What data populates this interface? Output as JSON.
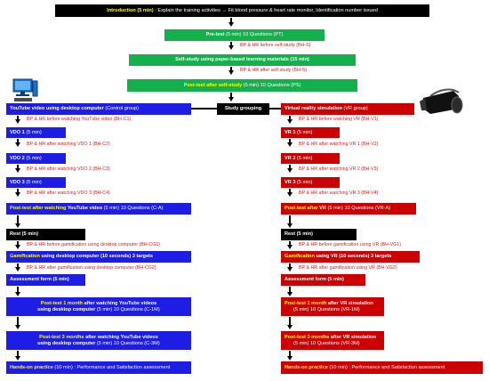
{
  "intro": {
    "bold": "Introduction (5 min)",
    "rest": " : Explain the training activities → Fit blood pressure & heart rate monitor, Identification number issued"
  },
  "pretest": {
    "bold": "Pre-test",
    "rest": " (5 min) 10 Questions (PT)"
  },
  "note_bhs1": "BP & HR before self-study (BH-S)",
  "selfstudy": {
    "bold": "Self-study",
    "rest": " using paper-based learning materials (15 min)"
  },
  "note_bhs2": "BP & HR after self-study (BH-S)",
  "posttest_self": {
    "bold": "Post-test after self-study",
    "rest": " (5 min) 10 Questions (PS)"
  },
  "grouping": "Study grouping",
  "control": {
    "header_bold": "YouTube video using desktop computer",
    "header_rest": " (Control group)",
    "note_bc1": "BP & HR before watching YouTube video (BH-C1)",
    "vdo1": {
      "bold": "VDO 1",
      "rest": " (5 min)"
    },
    "note_bc2": "BP & HR after watching VDO 1 (BH-C2)",
    "vdo2": {
      "bold": "VDO 2",
      "rest": " (5 min)"
    },
    "note_bc3": "BP & HR after watching VDO 2 (BH-C3)",
    "vdo3": {
      "bold": "VDO 3",
      "rest": " (5 min)"
    },
    "note_bc4": "BP & HR after watching VDO 3 (BH-C4)",
    "posttest_a": {
      "hl": "Post-test after watching",
      "bold": " YouTube video",
      "rest": " (5 min) 10 Questions (C-A)"
    },
    "rest": "Rest (5 min)",
    "note_bcg1": "BP & HR before gamification using desktop computer (BH-CG1)",
    "gamification": {
      "hl": "Gamification",
      "bold": " using desktop computer (10 seconds) 3 targets"
    },
    "note_bcg2": "BP & HR after gamification using desktop computer (BH-CG2)",
    "assessment": "Assessment form (5 min)",
    "post1m": {
      "hl": "Post-test 1 month",
      "bold": " after watching YouTube videos",
      "line2_bold": "using desktop computer",
      "line2_rest": " (5 min) 10 Questions (C-1M)"
    },
    "post3m": {
      "hl": "Post-test 3 months",
      "bold": " after watching YouTube videos",
      "line2_bold": "using desktop computer",
      "line2_rest": " (5 min) 10 Questions (C-3M)"
    },
    "handson": {
      "hl": "Hands-on practice",
      "rest": " (10 min) : Performance and Satisfaction assessment"
    }
  },
  "vr": {
    "header_bold": "Virtual reality simulation",
    "header_rest": " (VR group)",
    "note_bv1": "BP & HR before watching VR (BH-V1)",
    "vr1": {
      "bold": "VR 1",
      "rest": " (5 min)"
    },
    "note_bv2": "BP & HR after watching VR 1 (BH-V2)",
    "vr2": {
      "bold": "VR 2",
      "rest": " (5 min)"
    },
    "note_bv3": "BP & HR after watching VR 2 (BH-V3)",
    "vr3": {
      "bold": "VR 3",
      "rest": " (5 min)"
    },
    "note_bv4": "BP & HR after watching VR 3 (BH-V4)",
    "posttest_a": {
      "hl": "Post-test after",
      "bold": " VR",
      "rest": " (5 min) 10 Questions (VR-A)"
    },
    "rest": "Rest (5 min)",
    "note_bvg1": "BP & HR before gamification using VR (BH-VG1)",
    "gamification": {
      "hl": "Gamification",
      "bold": " using VR (10 seconds) 3 targets"
    },
    "note_bvg2": "BP & HR after gamification using VR (BH-VG2)",
    "assessment": "Assessment form (5 min)",
    "post1m": {
      "hl": "Post-test 1 month",
      "bold": " after VR simulation",
      "line2_rest": "(5 min) 10 Questions (VR-1M)"
    },
    "post3m": {
      "hl": "Post-test 3 months",
      "bold": " after VR simulation",
      "line2_rest": "(5 min) 10 Questions (VR-3M)"
    },
    "handson": {
      "hl": "Hands-on practice",
      "rest": " (10 min) : Performance and Satisfaction assessment"
    }
  }
}
